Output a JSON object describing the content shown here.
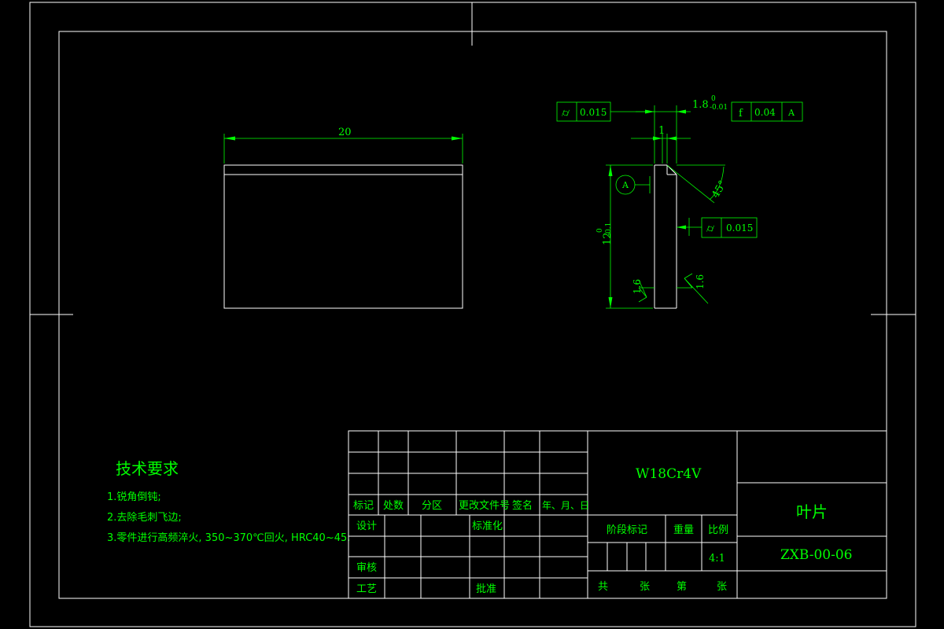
{
  "colors": {
    "background": "#000000",
    "frame": "#ffffff",
    "geometry": "#00ff00",
    "dimension": "#00ff00"
  },
  "front_view": {
    "width_dim": "20"
  },
  "side_view": {
    "thickness_dim": "1.8",
    "thickness_tol_upper": "0",
    "thickness_tol_lower": "-0.01",
    "step_dim": "1",
    "angle": "45°",
    "height_dim": "12",
    "height_tol_upper": "0",
    "height_tol_lower": "-0.1",
    "datum": "A",
    "roughness_left": "1.6",
    "roughness_right": "1.6"
  },
  "tolerance_frames": {
    "top_left": {
      "symbol": "⌭",
      "value": "0.015"
    },
    "top_right": {
      "symbol": "f",
      "value": "0.04",
      "datum": "A"
    },
    "right": {
      "symbol": "⌭",
      "value": "0.015"
    }
  },
  "tech_req": {
    "title": "技术要求",
    "items": [
      "1.锐角倒钝;",
      "2.去除毛刺飞边;",
      "3.零件进行高频淬火, 350~370℃回火, HRC40~45."
    ]
  },
  "title_block": {
    "material": "W18Cr4V",
    "part_name": "叶片",
    "drawing_no": "ZXB-00-06",
    "scale": "4:1",
    "labels": {
      "mark": "标记",
      "count": "处数",
      "zone": "分区",
      "change_doc": "更改文件号",
      "sign": "签名",
      "date": "年、月、日",
      "design": "设计",
      "standardize": "标准化",
      "review": "审核",
      "process": "工艺",
      "approve": "批准",
      "stage_mark": "阶段标记",
      "weight": "重量",
      "scale_label": "比例",
      "total": "共",
      "sheets": "张",
      "sheet_no": "第",
      "sheet": "张"
    }
  }
}
